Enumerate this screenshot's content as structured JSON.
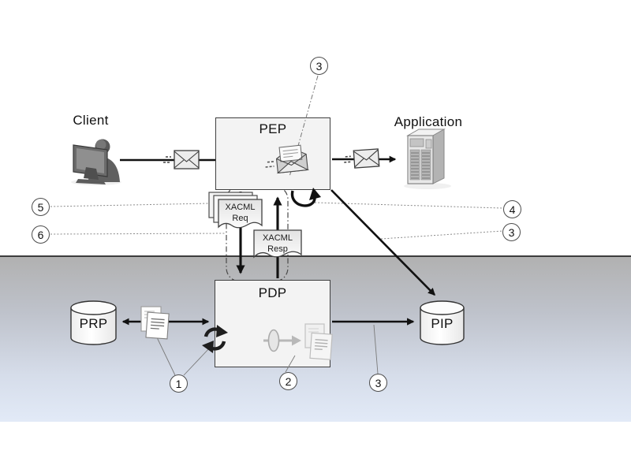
{
  "nodes": {
    "client": {
      "label": "Client"
    },
    "application": {
      "label": "Application"
    },
    "pep": {
      "label": "PEP"
    },
    "pdp": {
      "label": "PDP"
    },
    "prp": {
      "label": "PRP"
    },
    "pip": {
      "label": "PIP"
    }
  },
  "documents": {
    "request": {
      "line1": "XACML",
      "line2": "Req"
    },
    "response": {
      "line1": "XACML",
      "line2": "Resp"
    }
  },
  "callouts": {
    "c3_top": "3",
    "c5_left": "5",
    "c6_left": "6",
    "c4_right": "4",
    "c3_right": "3",
    "c1_bottom": "1",
    "c2_bottom": "2",
    "c3_bottom": "3"
  },
  "icons": {
    "client-workstation": "person-at-monitor",
    "request-envelope": "closed-envelope",
    "response-envelope": "closed-envelope",
    "pep-message": "open-envelope-with-letter",
    "application-server": "server-tower",
    "policy-documents": "document-stack",
    "sync": "circular-arrows",
    "context-evaluation": "spool-arrow-to-documents",
    "loopback": "u-turn-arrow",
    "prp-store": "database-cylinder",
    "pip-store": "database-cylinder"
  },
  "colors": {
    "band_top": "#b1b1b1",
    "band_bottom": "#e2eaf7",
    "band_border": "#3c3c3c",
    "box_fill": "#f3f3f3",
    "box_border": "#3f3f3f",
    "arrow": "#111111",
    "callout_border": "#4c4c4c",
    "dotted_line": "#8a8a8a",
    "doc_fill_top": "#e2e2e2",
    "doc_fill_bottom": "#fbfbfb"
  }
}
